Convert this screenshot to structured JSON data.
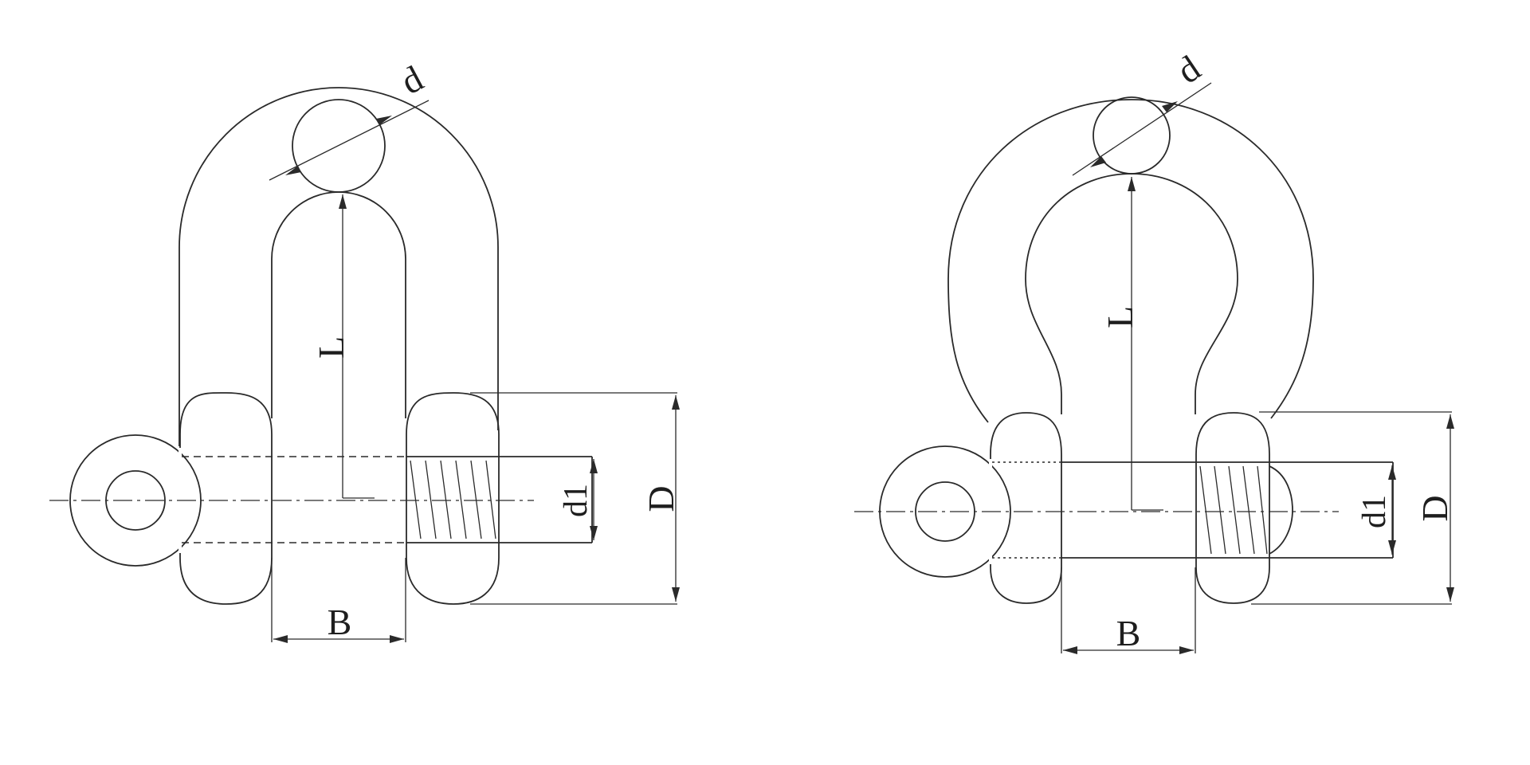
{
  "diagrams": [
    {
      "id": "d-shackle",
      "labels": {
        "d": "d",
        "L": "L",
        "d1": "d1",
        "D": "D",
        "B": "B"
      }
    },
    {
      "id": "bow-shackle",
      "labels": {
        "d": "d",
        "L": "L",
        "d1": "d1",
        "D": "D",
        "B": "B"
      }
    }
  ],
  "colors": {
    "line": "#2a2a2a",
    "background": "#ffffff"
  }
}
